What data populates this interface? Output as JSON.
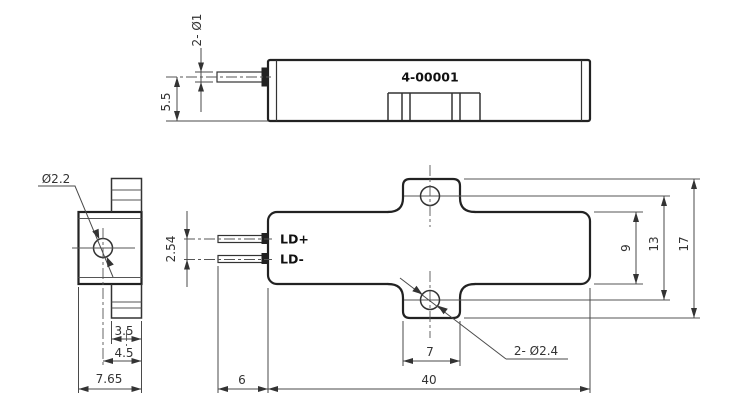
{
  "drawing": {
    "title_hidden": "",
    "colors": {
      "background": "#ffffff",
      "outline": "#222222",
      "thin_line": "#4a4a4a",
      "text": "#333333"
    },
    "side_view": {
      "part_number": "4-00001",
      "pin_diameter": "2- Ø1",
      "pin_center_to_base": "5.5"
    },
    "end_view": {
      "hole_diameter": "Ø2.2",
      "tab_thickness": "3.5",
      "hole_offset": "4.5",
      "overall_depth": "7.65"
    },
    "plan_view": {
      "pin_pitch": "2.54",
      "pin_positive_label": "LD+",
      "pin_negative_label": "LD-",
      "pin_length": "6",
      "body_length": "40",
      "tab_width": "7",
      "mount_hole_callout": "2- Ø2.4",
      "body_width": "9",
      "hole_centerline_span": "13",
      "overall_width": "17"
    }
  }
}
